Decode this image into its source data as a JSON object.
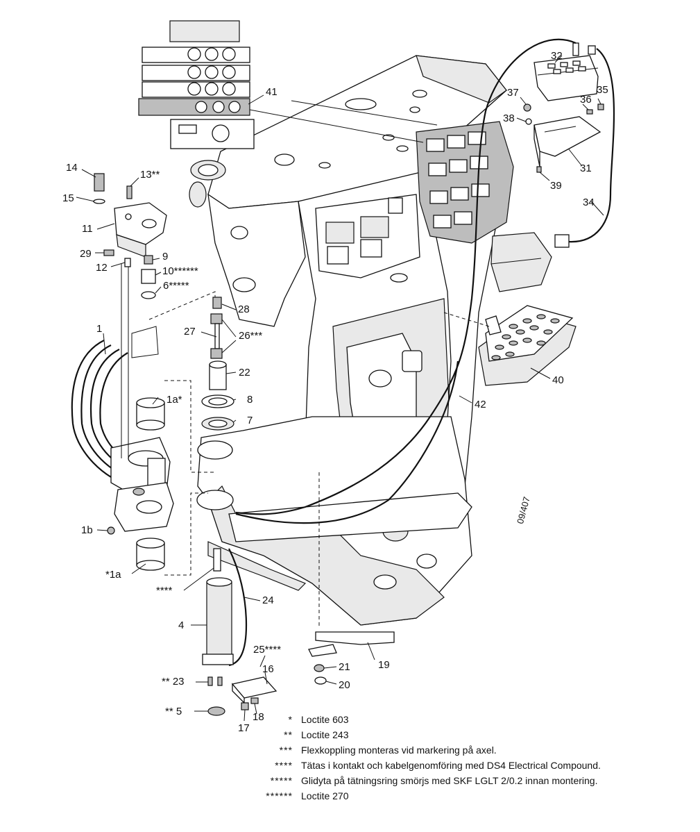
{
  "labels": {
    "p1": "1",
    "p1a_top": "1a*",
    "p1a_bottom": "*1a",
    "p1b": "1b",
    "p4": "4",
    "p4_stars": "****",
    "p5": "** 5",
    "p6": "6*****",
    "p7": "7",
    "p8": "8",
    "p9": "9",
    "p10": "10******",
    "p11": "11",
    "p12": "12",
    "p13": "13**",
    "p14": "14",
    "p15": "15",
    "p16": "16",
    "p17": "17",
    "p18": "18",
    "p19": "19",
    "p20": "20",
    "p21": "21",
    "p22": "22",
    "p23": "** 23",
    "p24": "24",
    "p25": "25****",
    "p26": "26***",
    "p27": "27",
    "p28": "28",
    "p29": "29",
    "p31": "31",
    "p32": "32",
    "p34": "34",
    "p35": "35",
    "p36": "36",
    "p37": "37",
    "p38": "38",
    "p39": "39",
    "p40": "40",
    "p41": "41",
    "p42": "42"
  },
  "drawing_code": "09/407",
  "legend": [
    {
      "key": "*",
      "text": "Loctite 603"
    },
    {
      "key": "**",
      "text": "Loctite 243"
    },
    {
      "key": "***",
      "text": "Flexkoppling monteras vid markering på axel."
    },
    {
      "key": "****",
      "text": "Tätas i kontakt och kabelgenomföring med DS4 Electrical Compound."
    },
    {
      "key": "*****",
      "text": "Glidyta på tätningsring smörjs med SKF LGLT 2/0.2 innan montering."
    },
    {
      "key": "******",
      "text": "Loctite 270"
    }
  ]
}
